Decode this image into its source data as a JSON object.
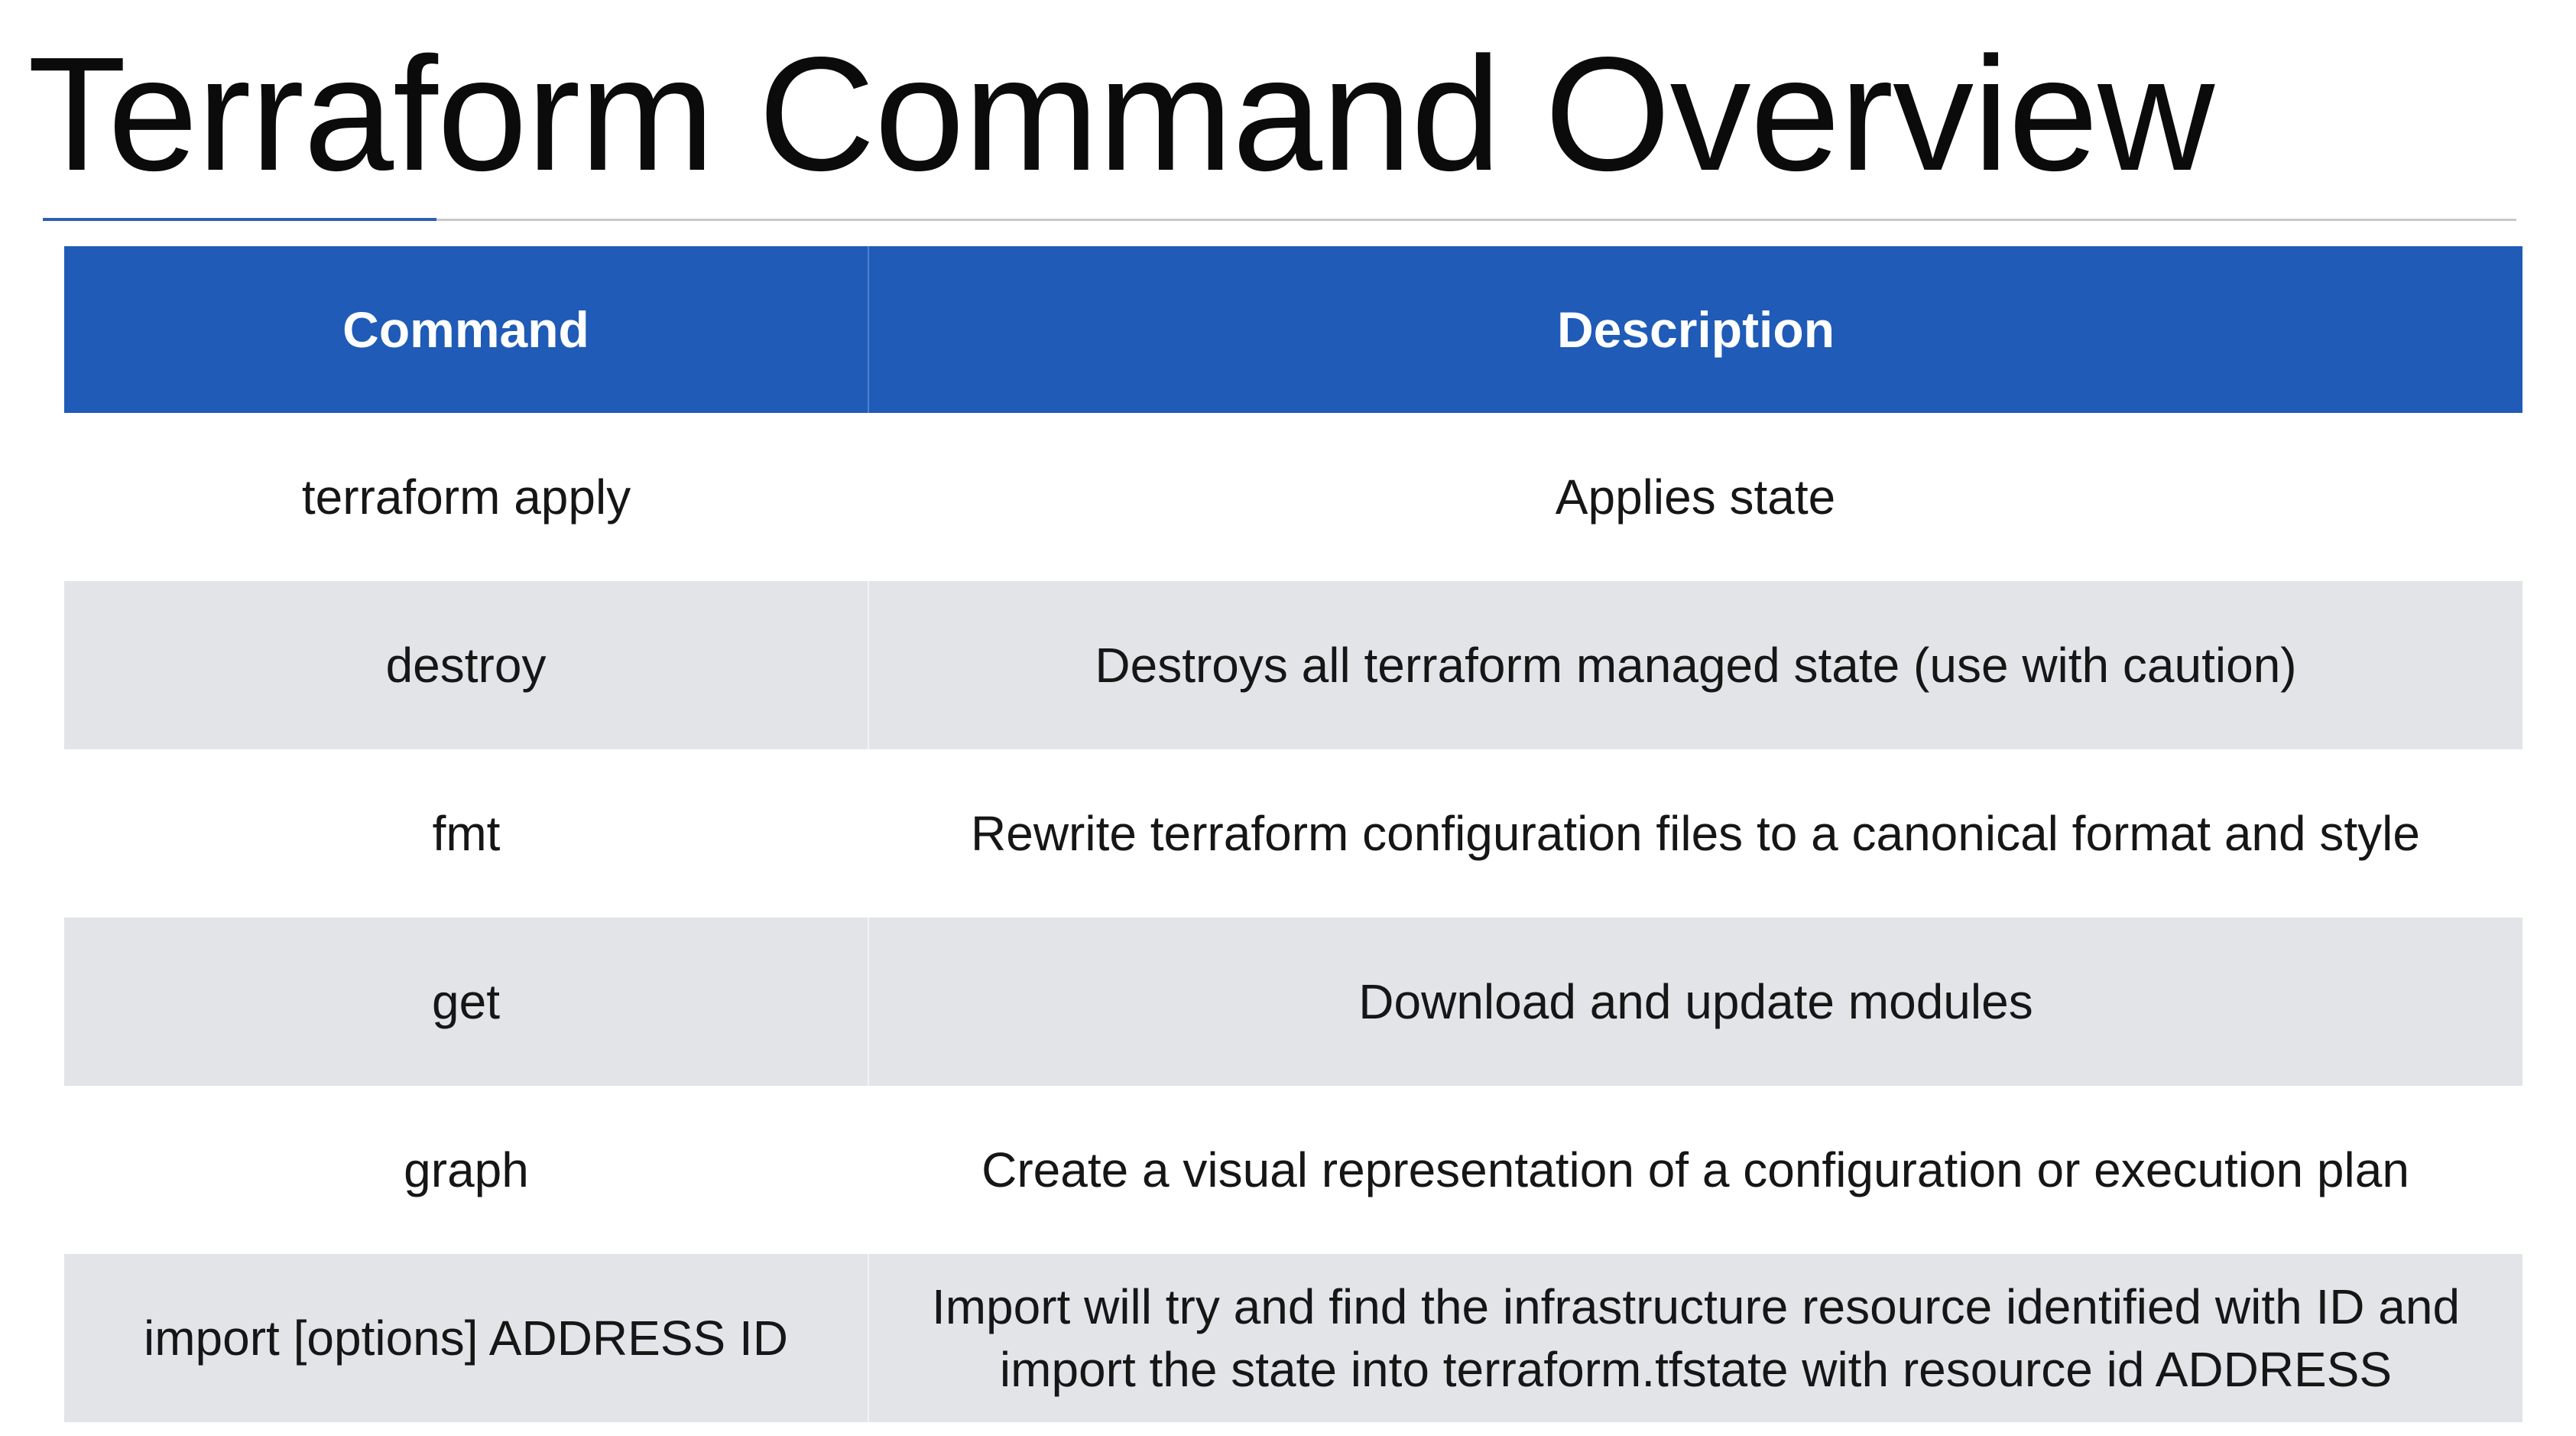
{
  "slide": {
    "title": "Terraform Command Overview"
  },
  "table": {
    "headers": {
      "command": "Command",
      "description": "Description"
    },
    "rows": [
      {
        "command": "terraform apply",
        "description": "Applies state"
      },
      {
        "command": "destroy",
        "description": "Destroys all terraform managed state (use with caution)"
      },
      {
        "command": "fmt",
        "description": "Rewrite terraform configuration files to a canonical format and style"
      },
      {
        "command": "get",
        "description": "Download and update modules"
      },
      {
        "command": "graph",
        "description": "Create a visual representation of a configuration or execution plan"
      },
      {
        "command": "import [options] ADDRESS ID",
        "description": "Import will try and find the infrastructure resource identified with ID and import the state into terraform.tfstate with resource id ADDRESS"
      }
    ]
  },
  "colors": {
    "header_background": "#1f5bb7",
    "header_text": "#ffffff",
    "row_alt_background": "#e3e4e8",
    "title_rule_accent": "#2f5eb3"
  }
}
